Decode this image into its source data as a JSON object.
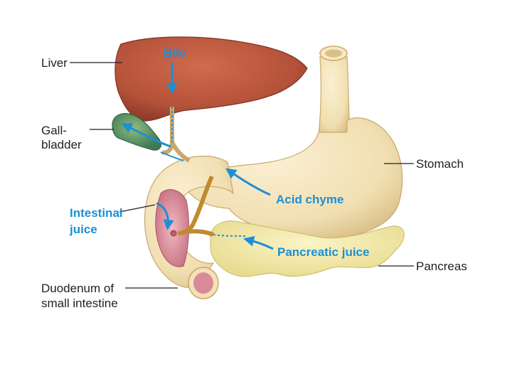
{
  "colors": {
    "flow": "#1c8fd6",
    "leader": "#222222",
    "liver": "#b9573a",
    "gallbladder": "#5f9a62",
    "organ_cream": "#f3e2b8",
    "intestine_inner": "#d98a9a",
    "pancreas": "#f3e9a3",
    "duct": "#c08a2e"
  },
  "labels": {
    "liver": "Liver",
    "gallbladder_line1": "Gall-",
    "gallbladder_line2": "bladder",
    "stomach": "Stomach",
    "pancreas": "Pancreas",
    "duodenum_line1": "Duodenum of",
    "duodenum_line2": "small intestine"
  },
  "flows": {
    "bile": "Bile",
    "acid_chyme": "Acid chyme",
    "intestinal_juice_line1": "Intestinal",
    "intestinal_juice_line2": "juice",
    "pancreatic_juice": "Pancreatic juice"
  }
}
